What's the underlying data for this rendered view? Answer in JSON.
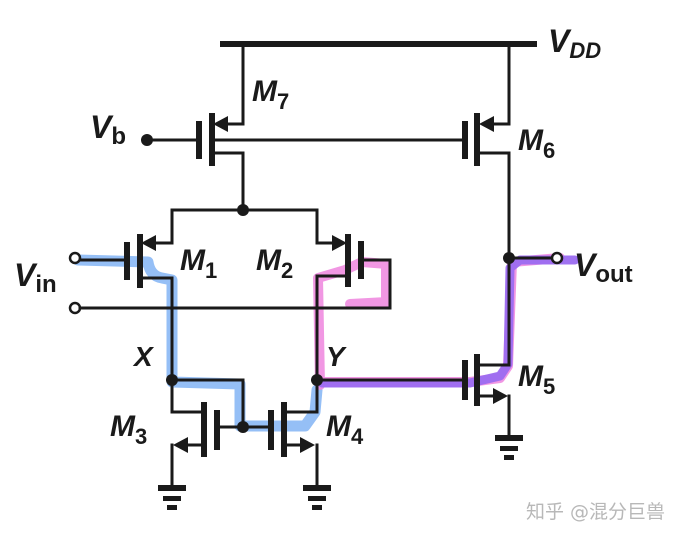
{
  "diagram": {
    "type": "two-stage CMOS op-amp schematic",
    "supply": {
      "main": "V",
      "sub": "DD"
    },
    "bias_input": {
      "main": "V",
      "sub": "b"
    },
    "input": {
      "main": "V",
      "sub": "in"
    },
    "output": {
      "main": "V",
      "sub": "out"
    },
    "transistors": [
      {
        "id": "M7",
        "main": "M",
        "sub": "7",
        "type": "PMOS",
        "role": "tail current source"
      },
      {
        "id": "M6",
        "main": "M",
        "sub": "6",
        "type": "PMOS",
        "role": "second-stage load"
      },
      {
        "id": "M1",
        "main": "M",
        "sub": "1",
        "type": "PMOS",
        "role": "input pair"
      },
      {
        "id": "M2",
        "main": "M",
        "sub": "2",
        "type": "PMOS",
        "role": "input pair"
      },
      {
        "id": "M3",
        "main": "M",
        "sub": "3",
        "type": "NMOS",
        "role": "mirror load"
      },
      {
        "id": "M4",
        "main": "M",
        "sub": "4",
        "type": "NMOS",
        "role": "mirror load"
      },
      {
        "id": "M5",
        "main": "M",
        "sub": "5",
        "type": "NMOS",
        "role": "common-source second stage"
      }
    ],
    "nodes": {
      "x": "X",
      "y": "Y"
    },
    "highlights": [
      {
        "name": "signal path via M1",
        "color": "#8fbcf5"
      },
      {
        "name": "signal path via M2",
        "color": "#f08ce0"
      },
      {
        "name": "combined output path",
        "color": "#9b6cf0"
      }
    ]
  },
  "watermark": "知乎 @混分巨兽"
}
